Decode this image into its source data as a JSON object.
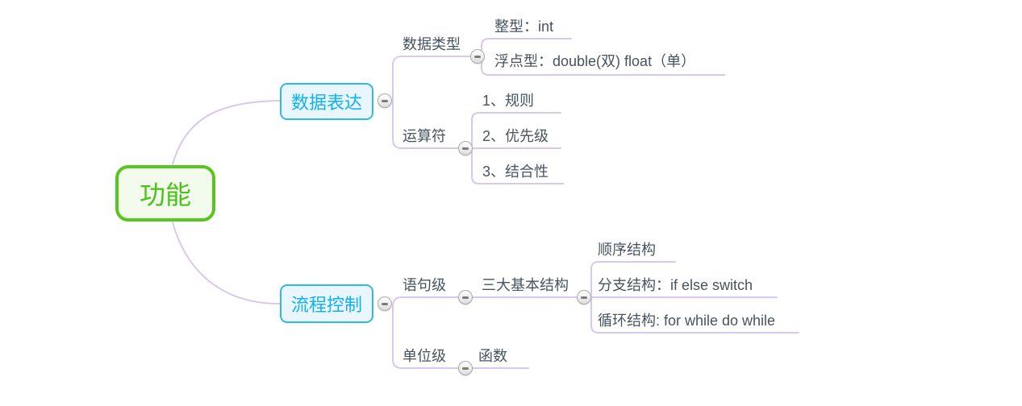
{
  "app": "mind-map",
  "root": {
    "label": "功能"
  },
  "branches": [
    {
      "label": "数据表达",
      "children": [
        {
          "label": "数据类型",
          "children": [
            {
              "label": "整型：int"
            },
            {
              "label": "浮点型：double(双) float（单）"
            }
          ]
        },
        {
          "label": "运算符",
          "children": [
            {
              "label": "1、规则"
            },
            {
              "label": "2、优先级"
            },
            {
              "label": "3、结合性"
            }
          ]
        }
      ]
    },
    {
      "label": "流程控制",
      "children": [
        {
          "label": "语句级",
          "children": [
            {
              "label": "三大基本结构",
              "children": [
                {
                  "label": "顺序结构"
                },
                {
                  "label": "分支结构：if else switch"
                },
                {
                  "label": "循环结构: for while do while"
                }
              ]
            }
          ]
        },
        {
          "label": "单位级",
          "children": [
            {
              "label": "函数"
            }
          ]
        }
      ]
    }
  ],
  "colors": {
    "background": "#ffffff",
    "connector_line": "#d9c8ee",
    "root_border": "#57c71f",
    "root_fill": "#f3fbec",
    "root_text": "#4cc119",
    "branch_border": "#2fb7f1",
    "branch_fill": "#e9f6fe",
    "branch_text": "#0fb1f3",
    "leaf_text": "#475460",
    "collapse_border": "#ababab",
    "collapse_glyph": "#7b7b7b"
  },
  "icons": {
    "collapse": "minus-icon"
  }
}
